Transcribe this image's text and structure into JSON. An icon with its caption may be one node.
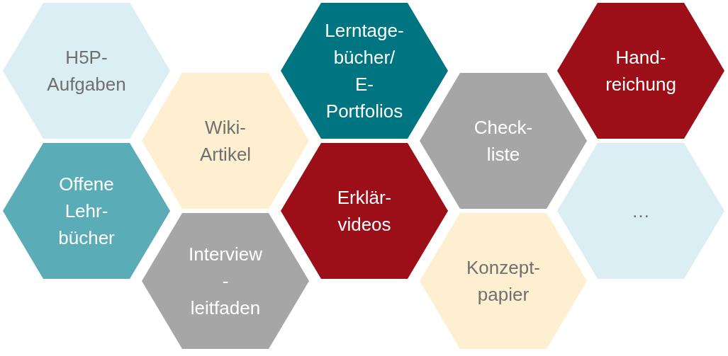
{
  "diagram": {
    "nodes": [
      {
        "text": [
          "H5P- Aufgaben"
        ]
      },
      {
        "text": [
          "Offene Lehr- bücher"
        ]
      },
      {
        "text": [
          "Wiki- Artikel"
        ]
      },
      {
        "text": [
          "Interview -leitfaden"
        ]
      },
      {
        "text": [
          "Lerntage- bücher/ E- Portfolios"
        ]
      },
      {
        "text": [
          "Erklär- videos"
        ]
      },
      {
        "text": [
          "Check- liste"
        ]
      },
      {
        "text": [
          "Konzept- papier"
        ]
      },
      {
        "text": [
          "Hand- reichung"
        ]
      },
      {
        "text": [
          "…"
        ]
      }
    ]
  }
}
